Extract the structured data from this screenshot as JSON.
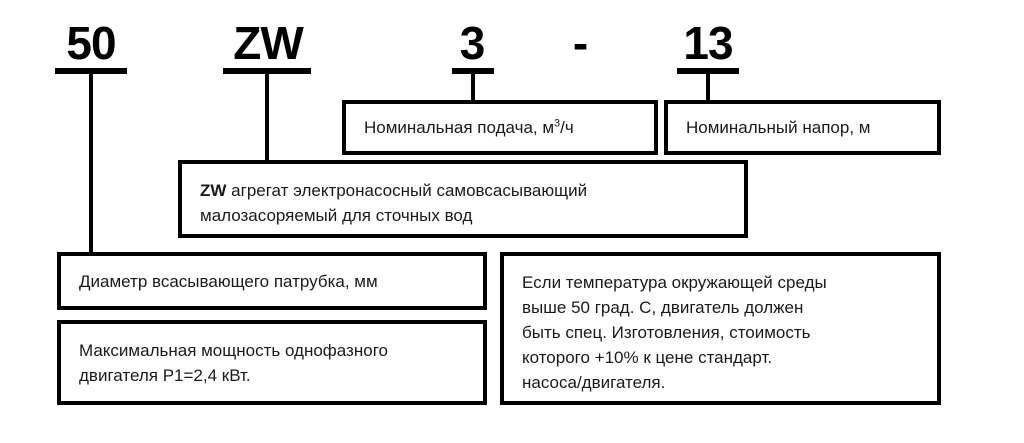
{
  "diagram": {
    "title_code": "50 ZW 3 - 13",
    "tokens": [
      {
        "id": "suction-diameter",
        "text": "50"
      },
      {
        "id": "series",
        "text": "ZW"
      },
      {
        "id": "flow",
        "text": "3"
      },
      {
        "id": "separator",
        "text": "-"
      },
      {
        "id": "head",
        "text": "13"
      }
    ],
    "boxes": {
      "flow": {
        "text_before": "Номинальная подача, м",
        "superscript": "3",
        "text_after": "/ч"
      },
      "head": {
        "text": "Номинальный напор, м"
      },
      "series": {
        "code": "ZW",
        "line1": " агрегат электронасосный самовсасывающий",
        "line2": "малозасоряемый для сточных вод"
      },
      "suction_diameter": {
        "text": "Диаметр всасывающего патрубка, мм"
      },
      "motor_power": {
        "line1": "Максимальная мощность однофазного",
        "line2": "двигателя P1=2,4 кВт."
      },
      "temperature_note": {
        "line1": "Если температура окружающей среды",
        "line2": "выше 50 град. С, двигатель должен",
        "line3": "быть спец. Изготовления, стоимость",
        "line4": "которого +10% к цене стандарт.",
        "line5": "насоса/двигателя."
      }
    }
  }
}
